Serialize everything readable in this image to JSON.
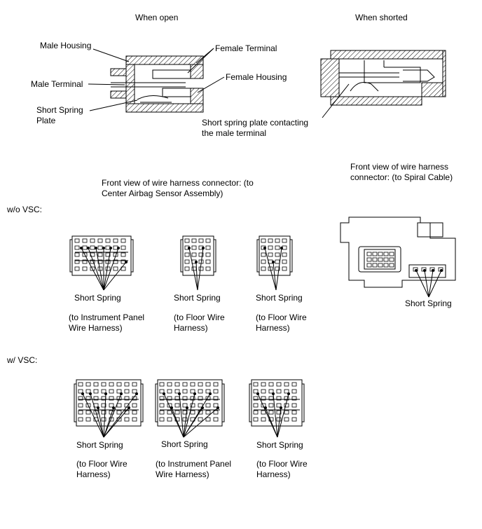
{
  "top": {
    "when_open": "When open",
    "when_shorted": "When shorted",
    "male_housing": "Male Housing",
    "male_terminal": "Male Terminal",
    "short_spring_plate": "Short Spring\nPlate",
    "female_terminal": "Female Terminal",
    "female_housing": "Female Housing",
    "contact_note": "Short spring plate contacting\nthe male terminal"
  },
  "front_view_center": "Front view of wire harness connector: (to\nCenter Airbag Sensor Assembly)",
  "front_view_spiral": "Front view of wire harness\nconnector: (to Spiral Cable)",
  "wo_vsc": {
    "title": "w/o VSC:",
    "connectors": [
      {
        "spring": "Short Spring",
        "dest": "(to Instrument Panel\nWire Harness)"
      },
      {
        "spring": "Short Spring",
        "dest": "(to Floor Wire\nHarness)"
      },
      {
        "spring": "Short Spring",
        "dest": "(to Floor Wire\nHarness)"
      }
    ]
  },
  "spiral": {
    "spring": "Short Spring"
  },
  "w_vsc": {
    "title": "w/ VSC:",
    "connectors": [
      {
        "spring": "Short Spring",
        "dest": "(to Floor Wire\nHarness)"
      },
      {
        "spring": "Short Spring",
        "dest": "(to Instrument Panel\nWire Harness)"
      },
      {
        "spring": "Short Spring",
        "dest": "(to Floor Wire\nHarness)"
      }
    ]
  }
}
